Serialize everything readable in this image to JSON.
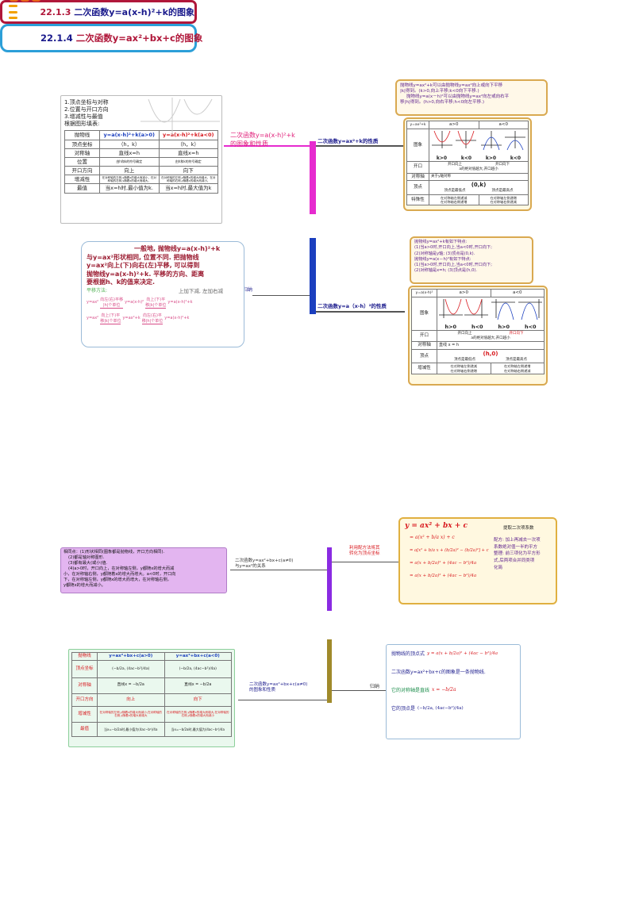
{
  "top_section": {
    "center_title": "22.1.3 二次函数y=a(x-h)²+k的图象",
    "center_title_prefix": "22.1.3",
    "center_title_body": "二次函数y=a(x-h)²+k的图象",
    "branch_top_left": {
      "line1": "二次函数y=a(x-h)²+k",
      "line2": "的图象和性质"
    },
    "branch_top_right": "二次函数y=ax²+k的性质",
    "branch_bottom_left": "归纳",
    "branch_bottom_right": "二次函数y=a（x-h）²的性质",
    "left_table_box": {
      "intro": [
        "1.顶点坐标与对称",
        "2.位置与开口方向",
        "3.增减性与最值",
        "根据图形填表:"
      ],
      "headers": [
        "抛物线",
        "y=a(x-h)²+k(a>0)",
        "y=a(x-h)²+k(a<0)"
      ],
      "rows": [
        {
          "label": "顶点坐标",
          "a": "（h，k）",
          "b": "（h，k）"
        },
        {
          "label": "对称轴",
          "a": "直线x=h",
          "b": "直线x=h"
        },
        {
          "label": "位置",
          "a": "由h和k的符号确定",
          "b": "由h和k的符号确定"
        },
        {
          "label": "开口方向",
          "a": "向上",
          "b": "向下"
        },
        {
          "label": "增减性",
          "a": "在对称轴的左侧,y随着x的增大而减小，在对称轴的右侧,y随着x的增大而增大。",
          "b": "在对称轴的左侧,y随着x的增大而增大，在对称轴的右侧,y随着x的增大而减小。"
        },
        {
          "label": "最值",
          "a": "当x=h时,最小值为k.",
          "b": "当x=h时,最大值为k"
        }
      ]
    },
    "top_right_note": {
      "line1": "抛物线y=ax²+k可以由抛物线y=ax²向上或向下平移",
      "line2": "|k|得到。(k>0,向上平移;k<0向下平移.)",
      "line3": "抛物线y=a(x－h)²可以由抛物线y=ax²向左或向右平",
      "line4": "移|h|得到。(h>0,向右平移;h<0向左平移.)"
    },
    "top_right_table": {
      "header_label": "y=ax²+k",
      "cols": [
        "a>0",
        "a<0"
      ],
      "row_graph": "图象",
      "graph_labels": [
        "k>0",
        "k<0",
        "k>0",
        "k<0"
      ],
      "row_open": "开口",
      "open_values": [
        "开口向上",
        "开口向下"
      ],
      "open_extra": [
        "a的绝对值越大,开口越小"
      ],
      "row_axis": "对称轴",
      "axis_value": "关于y轴对称",
      "row_vertex": "顶点",
      "vertex_value": "(0,k)",
      "vertex_extra": [
        "顶点是最低点",
        "顶点是最高点"
      ],
      "row_mono": "特殊性",
      "mono_values": [
        "在对称轴左侧递减",
        "在对称轴右侧递增",
        "在对称轴左侧递增",
        "在对称轴右侧递减"
      ]
    },
    "summary_box": {
      "line1": "一般地, 抛物线y=a(x-h)²+k",
      "line2": "与y=ax²形状相同, 位置不同. 把抛物线",
      "line3": "y=ax²向上(下)向右(左)平移, 可以得到",
      "line4": "抛物线y=a(x-h)²+k. 平移的方向、距离",
      "line5": "要根据h、k的值来决定.",
      "rule_label": "平移方法:",
      "rule_text": "上加下减, 左加右减",
      "r1_left": "y=ax²",
      "r1_mid": "向左(右)平移",
      "r1_mid2": "|h|个单位",
      "r1_right": "y=a(x-h)²",
      "r1_mid3": "向上(下)平",
      "r1_mid4": "移|k|个单位",
      "r1_end": "y=a(x-h)²+k",
      "r2_left": "y=ax²",
      "r2_mid": "向上(下)平",
      "r2_mid2": "移|k|个单位",
      "r2_right": "y=ax²+k",
      "r2_mid3": "向左(右)平",
      "r2_mid4": "移|h|个单位",
      "r2_end": "y=a(x-h)²+k"
    },
    "bottom_right_note": {
      "lines": [
        "抛物线y=ax²+k有如下特点:",
        "(1)当a>0时,开口向上,当a<0时,开口向下;",
        "(2)对称轴是y轴;       (3)顶点是(0,k).",
        "抛物线y=a(x－h)²有如下特点:",
        "(1)当a>0时,开口向上,当a<0时,开口向下;",
        "(2)对称轴是x=h;       (3)顶点是(h,0)."
      ]
    },
    "bottom_right_table": {
      "header_label": "y=a(x-h)²",
      "cols": [
        "a>0",
        "a<0"
      ],
      "row_graph": "图象",
      "graph_labels": [
        "h>0",
        "h<0",
        "h>0",
        "h<0"
      ],
      "row_open": "开口",
      "open_values": [
        "开口向上",
        "开口向下"
      ],
      "open_extra": "a的绝对值越大,开口越小",
      "row_axis": "对称轴",
      "axis_value": "直线 x = h",
      "row_vertex": "顶点",
      "vertex_value": "(h,0)",
      "vertex_extra": [
        "顶点是最低点",
        "顶点是最高点"
      ],
      "row_mono": "增减性",
      "mono_values": [
        "在对称轴左侧递减",
        "在对称轴右侧递增",
        "在对称轴左侧递增",
        "在对称轴右侧递减"
      ]
    }
  },
  "bottom_section": {
    "center_title_prefix": "22.1.4",
    "center_title_body": "二次函数y=ax²+bx+c的图象",
    "branch_top_left": {
      "line1": "二次函数y=ax²+bx+c(a≠0)",
      "line2": "与y=ax²的关系"
    },
    "branch_top_right": {
      "line1": "利用配方法将其",
      "line2": "转化为顶点坐标"
    },
    "branch_bottom_left": {
      "line1": "二次函数y=ax²+bx+c(a≠0)",
      "line2": "的图象和性质"
    },
    "branch_bottom_right": "归纳",
    "relation_box": {
      "lines": [
        "相同点：(1)形状相同(图象都是抛物线，开口方向相同).",
        "(2)都是轴对称图形.",
        "(3)都有最大(或小)值.",
        "(4)a>0时，开口向上，在对称轴左侧，y都随x的增大而减",
        "小，在对称轴右侧，y都随着x的增大而增大。a<0时，开口向",
        "下，在对称轴左侧，y都随x的增大而增大，在对称轴右侧，",
        "y都随x的增大而减小。"
      ]
    },
    "formula_box": {
      "f1": "y = ax² + bx + c",
      "f2": "= a(x² + b/a x) + c",
      "f3": "= a[x² + b/a x + (b/2a)² − (b/2a)²] + c",
      "f4": "= a(x + b/2a)² + (4ac − b²)/4a",
      "f5": "= a(x + b/2a)² + (4ac − b²)/4a",
      "note_title": "提取二次项系数",
      "note1": "配方: 加上再减去一次项",
      "note2": "系数绝对值一半的平方",
      "note3": "整理: 前三项化为平方形",
      "note4": "式,后两项合并同类项",
      "note5": "化简"
    },
    "prop_table": {
      "headers": [
        "抛物线",
        "y=ax²+bx+c(a>0)",
        "y=ax²+bx+c(a<0)"
      ],
      "rows": [
        {
          "label": "顶点坐标",
          "a": "(−b/2a, (4ac−b²)/4a)",
          "b": "(−b/2a, (4ac−b²)/4a)"
        },
        {
          "label": "对称轴",
          "a": "直线x = −b/2a",
          "b": "直线x = −b/2a"
        },
        {
          "label": "开口方向",
          "a": "向上",
          "b": "向下"
        },
        {
          "label": "增减性",
          "a": "在对称轴的左侧,y随着x的增大而减小,在对称轴的右侧,y随着x的增大而增大",
          "b": "在对称轴的左侧,y随着x的增大而增大,在对称轴的右侧,y随着x的增大而减小"
        },
        {
          "label": "最值",
          "a": "当x=−b/2a时,最小值为(4ac−b²)/4a",
          "b": "当x=−b/2a时,最大值为(4ac−b²)/4a"
        }
      ]
    },
    "vertex_box": {
      "line1_label": "抛物线的顶点式",
      "line1_formula": "y = a(x + b/2a)² + (4ac − b²)/4a",
      "line2": "二次函数y=ax²+bx+c的图象是一条抛物线.",
      "line3_label": "它的对称轴是直线",
      "line3_formula": "x = −b/2a",
      "line4_label": "它的顶点是",
      "line4_formula": "(−b/2a, (4ac−b²)/4a)"
    }
  }
}
